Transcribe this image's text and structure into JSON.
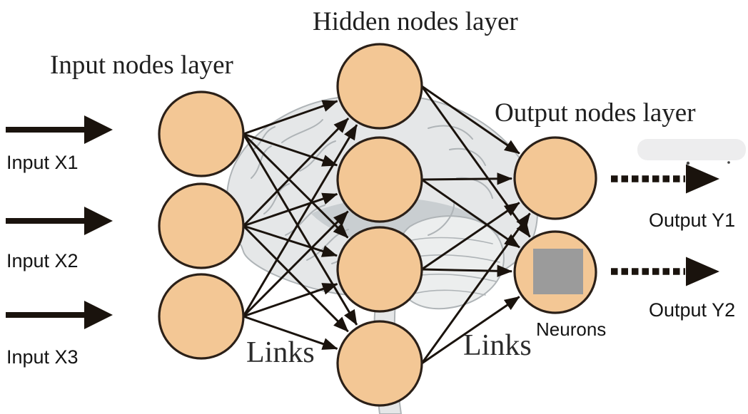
{
  "titles": {
    "input": "Input nodes layer",
    "hidden": "Hidden nodes layer",
    "output": "Output nodes layer"
  },
  "inputs": [
    {
      "label": "Input X1"
    },
    {
      "label": "Input X2"
    },
    {
      "label": "Input X3"
    }
  ],
  "outputs": [
    {
      "label": "Output Y1"
    },
    {
      "label": "Output Y2"
    }
  ],
  "annotations": {
    "links_left": "Links",
    "links_right": "Links",
    "neurons": "Neurons"
  },
  "network": {
    "input_node_count": 3,
    "hidden_node_count": 4,
    "output_node_count": 2,
    "connectivity": "fully-connected input-to-hidden and hidden-to-output"
  },
  "icons": {
    "input_arrow": "solid-right-arrow-icon",
    "output_arrow": "dashed-right-arrow-icon",
    "connection": "arrow-link-icon",
    "neuron_marker": "gray-square-icon"
  },
  "colors": {
    "node_fill": "#F3C795",
    "node_border": "#2B2018",
    "arrow": "#1A130D",
    "text": "#161616",
    "brain_fill": "#E4E6E7",
    "brain_stroke": "#ABB1B4",
    "brain_shade": "#C7CCCF",
    "cerebellum_fill": "#ECEEEE",
    "square_fill": "#9B9B9B",
    "faint_patch": "#EDEDEE"
  }
}
